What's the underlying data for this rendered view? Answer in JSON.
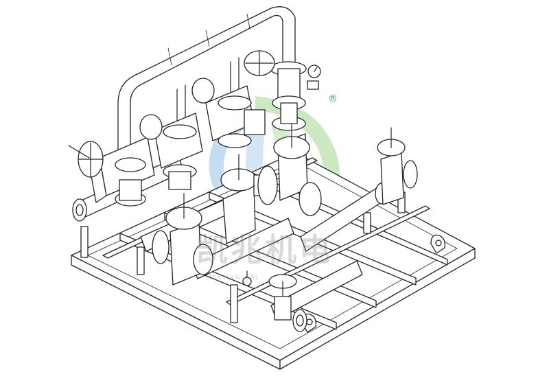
{
  "watermark": {
    "brand_text": "凯兆机电",
    "sub_text": "MECHANICAL",
    "registered_mark": "®",
    "colors": {
      "green": "#5bb832",
      "blue": "#3b8fd6",
      "gray": "#8a8a8a"
    }
  },
  "diagram": {
    "subject": "skid-mounted-valve-manifold",
    "line_color": "#222222",
    "fill_color": "#ffffff",
    "components": [
      "base-frame",
      "overhead-pipe-loop",
      "gate-valve-left",
      "gate-valve-center",
      "gate-valve-right",
      "riser-valve-top",
      "front-valve-small",
      "pressure-gauge"
    ]
  }
}
